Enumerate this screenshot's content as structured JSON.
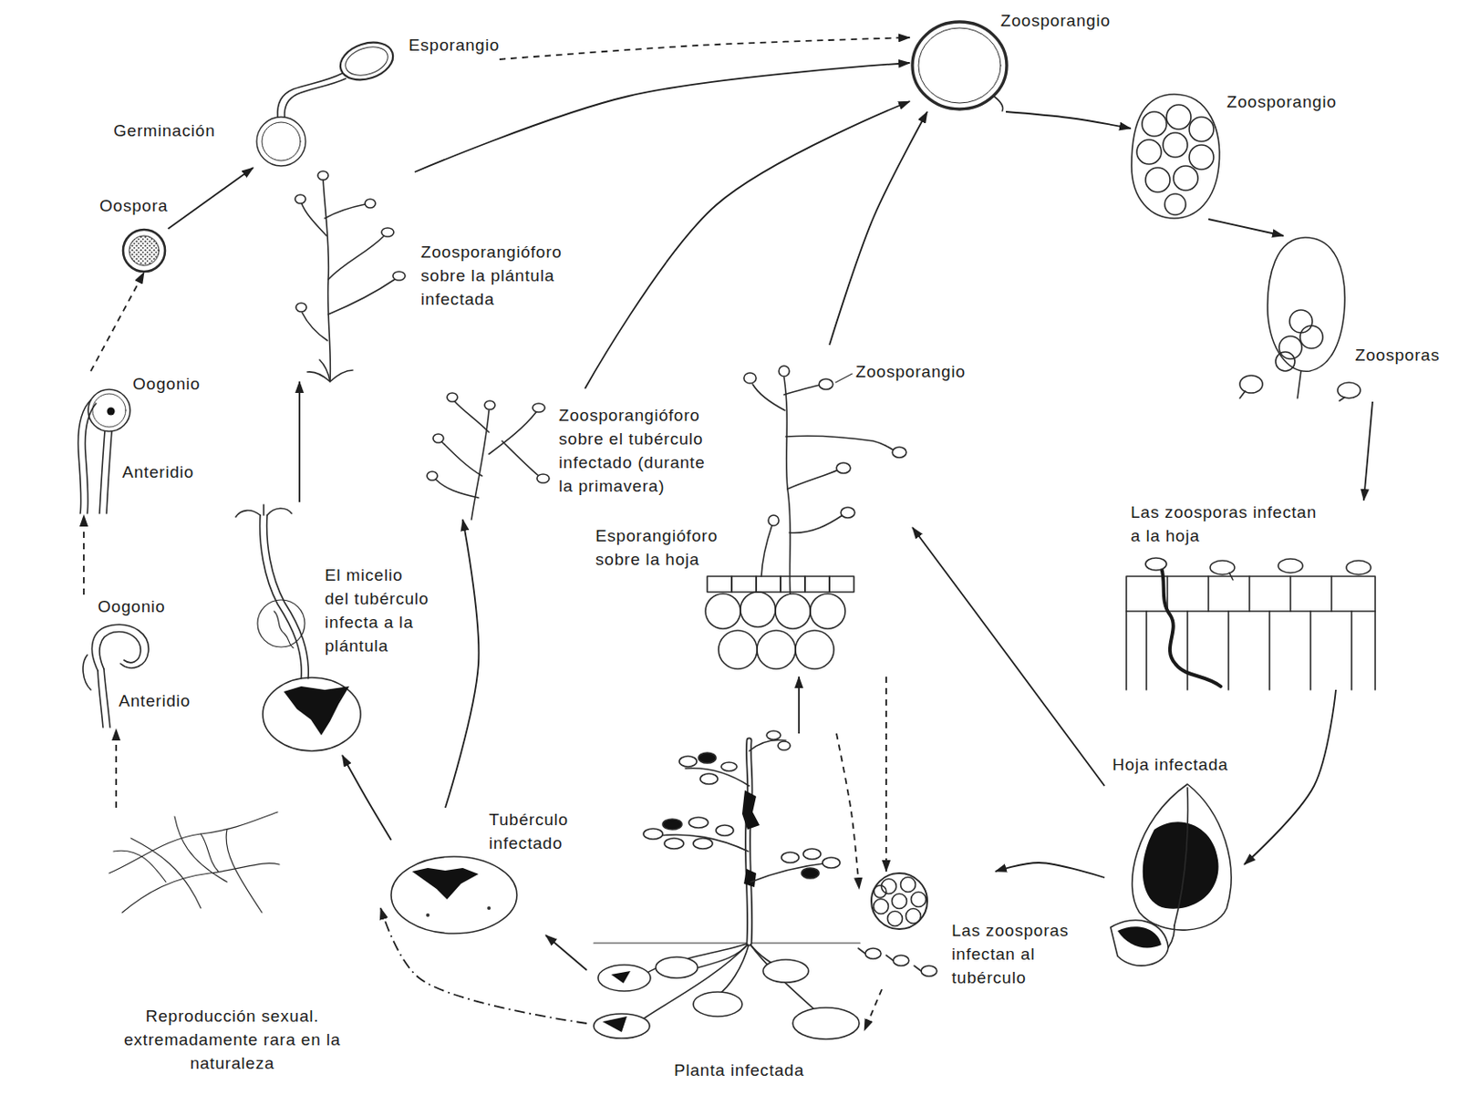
{
  "diagram": {
    "nodes": [
      {
        "text": [
          "Zoosporangio"
        ]
      },
      {
        "text": [
          "Esporangio"
        ]
      },
      {
        "text": [
          "Zoosporangio"
        ]
      },
      {
        "text": [
          "Germinación"
        ]
      },
      {
        "text": [
          "Oospora"
        ]
      },
      {
        "text": [
          "Zoosporangióforo sobre la plántula infectada"
        ]
      },
      {
        "text": [
          "Zoosporas"
        ]
      },
      {
        "text": [
          "Oogonio",
          "Anteridio"
        ]
      },
      {
        "text": [
          "Zoosporangióforo sobre el tubérculo infectado (durante la primavera)"
        ]
      },
      {
        "text": [
          "Esporangióforo sobre la hoja"
        ]
      },
      {
        "text": [
          "Las zoosporas infectan a la hoja"
        ]
      },
      {
        "text": [
          "Oogonio",
          "Anteridio"
        ]
      },
      {
        "text": [
          "El micelio del tubérculo infecta a la plántula"
        ]
      },
      {
        "text": [
          "Hoja infectada"
        ]
      },
      {
        "text": [
          "Tubérculo infectado"
        ]
      },
      {
        "text": [
          "Reproducción sexual. extremadamente rara en la naturaleza"
        ]
      },
      {
        "text": [
          "Las zoosporas infectan al tubérculo"
        ]
      },
      {
        "text": [
          "Planta infectada"
        ]
      }
    ],
    "edges": [
      {
        "from": 0,
        "to": 2,
        "arrow": "to"
      },
      {
        "from": 2,
        "to": 6,
        "arrow": "to"
      },
      {
        "from": 6,
        "to": 10,
        "arrow": "to"
      },
      {
        "from": 10,
        "to": 13,
        "arrow": "to"
      },
      {
        "from": 13,
        "to": 16,
        "arrow": "to"
      },
      {
        "from": 13,
        "to": 9,
        "arrow": "to"
      },
      {
        "from": 9,
        "to": 0,
        "arrow": "to"
      },
      {
        "from": 9,
        "to": 16,
        "arrow": "to"
      },
      {
        "from": 17,
        "to": 9,
        "arrow": "to"
      },
      {
        "from": 17,
        "to": 16,
        "arrow": "to"
      },
      {
        "from": 16,
        "to": 17,
        "arrow": "to"
      },
      {
        "from": 17,
        "to": 14,
        "arrow": "to"
      },
      {
        "from": 17,
        "to": 15,
        "arrow": "to"
      },
      {
        "from": 14,
        "to": 12,
        "arrow": "to"
      },
      {
        "from": 14,
        "to": 8,
        "arrow": "to"
      },
      {
        "from": 12,
        "to": 5,
        "arrow": "to"
      },
      {
        "from": 5,
        "to": 0,
        "arrow": "to"
      },
      {
        "from": 8,
        "to": 0,
        "arrow": "to"
      },
      {
        "from": 15,
        "to": 11,
        "arrow": "to"
      },
      {
        "from": 11,
        "to": 7,
        "arrow": "to"
      },
      {
        "from": 7,
        "to": 4,
        "arrow": "to"
      },
      {
        "from": 4,
        "to": 3,
        "arrow": "to"
      },
      {
        "from": 1,
        "to": 0,
        "arrow": "to"
      }
    ],
    "labels": [
      "Zoosporangio"
    ]
  }
}
